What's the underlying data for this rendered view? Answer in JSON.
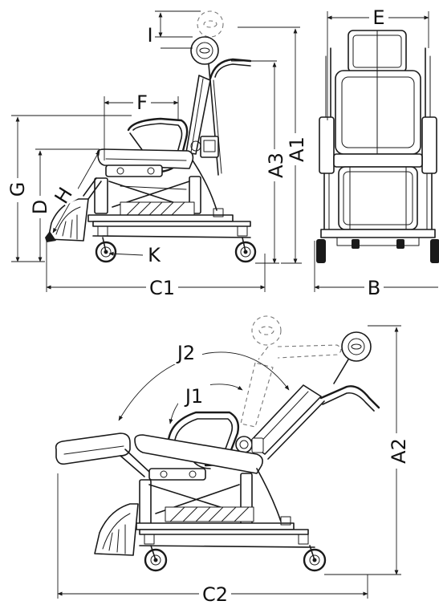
{
  "dimension_labels": {
    "I": "I",
    "E": "E",
    "F": "F",
    "A3": "A3",
    "A1": "A1",
    "G": "G",
    "D": "D",
    "H": "H",
    "K": "K",
    "C1": "C1",
    "B": "B",
    "J2": "J2",
    "J1": "J1",
    "A2": "A2",
    "C2": "C2"
  },
  "colors": {
    "line": "#1a1a1a",
    "ghost": "#777777",
    "background": "#ffffff"
  }
}
